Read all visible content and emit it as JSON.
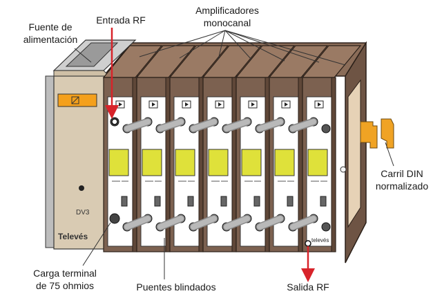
{
  "labels": {
    "power_supply_line1": "Fuente de",
    "power_supply_line2": "alimentación",
    "rf_input": "Entrada RF",
    "amplifiers_line1": "Amplificadores",
    "amplifiers_line2": "monocanal",
    "din_rail_line1": "Carril DIN",
    "din_rail_line2": "normalizado",
    "terminal_load_line1": "Carga terminal",
    "terminal_load_line2": "de 75 ohmios",
    "shielded_bridges": "Puentes blindados",
    "rf_output": "Salida RF"
  },
  "device": {
    "brand": "Televés",
    "psu_model": "DV3",
    "module_brand": "televés",
    "module_count": 7
  },
  "colors": {
    "arrow_red": "#d8232a",
    "psu_body": "#d9cbb3",
    "psu_label_orange": "#f4a01c",
    "module_frame": "#7c6150",
    "module_face": "#ffffff",
    "module_yellow": "#dfe13a",
    "din_clip": "#f0a324",
    "shield_bridge": "#b9b9b9"
  }
}
